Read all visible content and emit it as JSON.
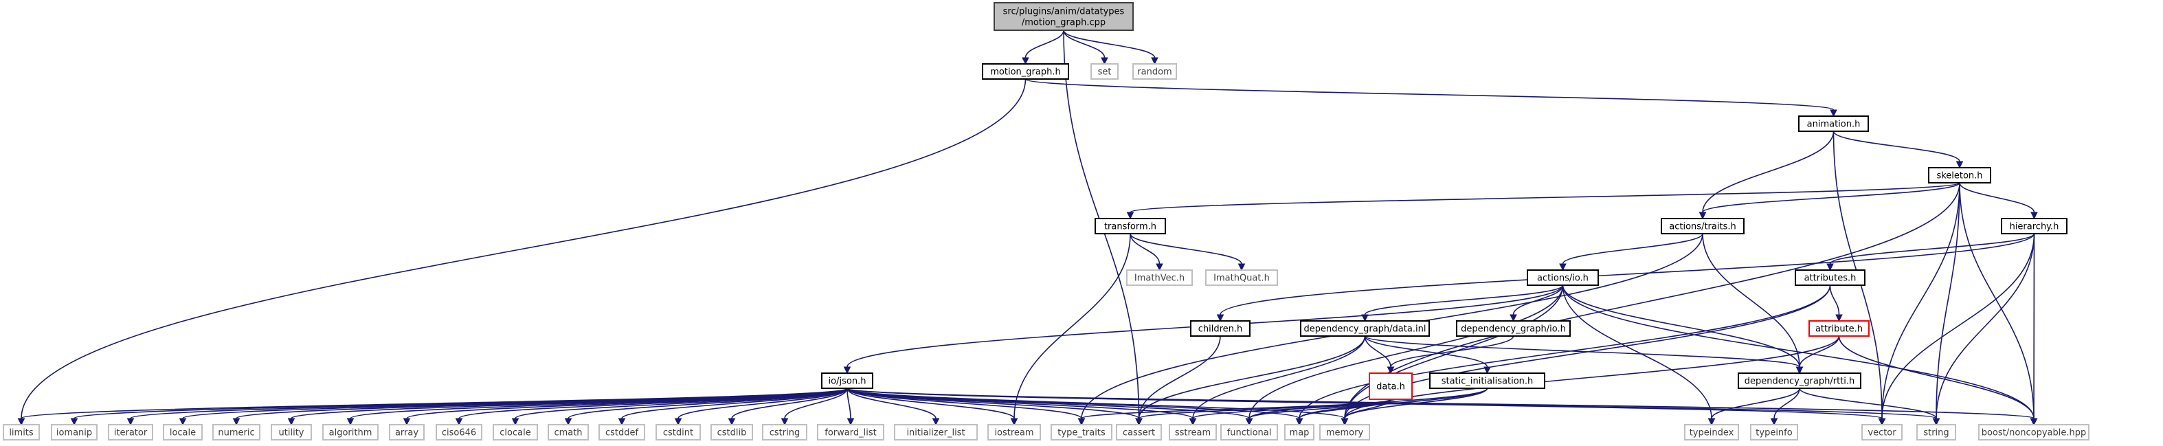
{
  "colors": {
    "edge": "#191970",
    "root_fill": "#bfbfbf",
    "root_stroke": "#404040",
    "local_stroke": "#000000",
    "system_stroke": "#bfbfbf",
    "system_text": "#404040",
    "truncated_stroke": "#ff0000"
  },
  "root": {
    "id": "root",
    "label": "src/plugins/anim/datatypes\n/motion_graph.cpp"
  },
  "nodes": [
    {
      "id": "motion_graph_h",
      "label": "motion_graph.h",
      "kind": "local"
    },
    {
      "id": "set",
      "label": "set",
      "kind": "system"
    },
    {
      "id": "random",
      "label": "random",
      "kind": "system"
    },
    {
      "id": "animation_h",
      "label": "animation.h",
      "kind": "local"
    },
    {
      "id": "skeleton_h",
      "label": "skeleton.h",
      "kind": "local"
    },
    {
      "id": "transform_h",
      "label": "transform.h",
      "kind": "local"
    },
    {
      "id": "actions_traits_h",
      "label": "actions/traits.h",
      "kind": "local"
    },
    {
      "id": "hierarchy_h",
      "label": "hierarchy.h",
      "kind": "local"
    },
    {
      "id": "imathvec_h",
      "label": "ImathVec.h",
      "kind": "system"
    },
    {
      "id": "imathquat_h",
      "label": "ImathQuat.h",
      "kind": "system"
    },
    {
      "id": "actions_io_h",
      "label": "actions/io.h",
      "kind": "local"
    },
    {
      "id": "attributes_h",
      "label": "attributes.h",
      "kind": "local"
    },
    {
      "id": "children_h",
      "label": "children.h",
      "kind": "local"
    },
    {
      "id": "dg_data_inl",
      "label": "dependency_graph/data.inl",
      "kind": "local"
    },
    {
      "id": "dg_io_h",
      "label": "dependency_graph/io.h",
      "kind": "local"
    },
    {
      "id": "attribute_h",
      "label": "attribute.h",
      "kind": "truncated"
    },
    {
      "id": "data_h",
      "label": "data.h",
      "kind": "truncated"
    },
    {
      "id": "static_init_h",
      "label": "static_initialisation.h",
      "kind": "local"
    },
    {
      "id": "dg_rtti_h",
      "label": "dependency_graph/rtti.h",
      "kind": "local"
    },
    {
      "id": "io_json_h",
      "label": "io/json.h",
      "kind": "local"
    },
    {
      "id": "limits",
      "label": "limits",
      "kind": "system"
    },
    {
      "id": "iomanip",
      "label": "iomanip",
      "kind": "system"
    },
    {
      "id": "iterator",
      "label": "iterator",
      "kind": "system"
    },
    {
      "id": "locale",
      "label": "locale",
      "kind": "system"
    },
    {
      "id": "numeric",
      "label": "numeric",
      "kind": "system"
    },
    {
      "id": "utility",
      "label": "utility",
      "kind": "system"
    },
    {
      "id": "algorithm",
      "label": "algorithm",
      "kind": "system"
    },
    {
      "id": "array",
      "label": "array",
      "kind": "system"
    },
    {
      "id": "ciso646",
      "label": "ciso646",
      "kind": "system"
    },
    {
      "id": "clocale",
      "label": "clocale",
      "kind": "system"
    },
    {
      "id": "cmath",
      "label": "cmath",
      "kind": "system"
    },
    {
      "id": "cstddef",
      "label": "cstddef",
      "kind": "system"
    },
    {
      "id": "cstdint",
      "label": "cstdint",
      "kind": "system"
    },
    {
      "id": "cstdlib",
      "label": "cstdlib",
      "kind": "system"
    },
    {
      "id": "cstring",
      "label": "cstring",
      "kind": "system"
    },
    {
      "id": "forward_list",
      "label": "forward_list",
      "kind": "system"
    },
    {
      "id": "initializer_list",
      "label": "initializer_list",
      "kind": "system"
    },
    {
      "id": "iostream",
      "label": "iostream",
      "kind": "system"
    },
    {
      "id": "type_traits",
      "label": "type_traits",
      "kind": "system"
    },
    {
      "id": "cassert",
      "label": "cassert",
      "kind": "system"
    },
    {
      "id": "sstream",
      "label": "sstream",
      "kind": "system"
    },
    {
      "id": "functional",
      "label": "functional",
      "kind": "system"
    },
    {
      "id": "map",
      "label": "map",
      "kind": "system"
    },
    {
      "id": "memory",
      "label": "memory",
      "kind": "system"
    },
    {
      "id": "typeindex",
      "label": "typeindex",
      "kind": "system"
    },
    {
      "id": "typeinfo",
      "label": "typeinfo",
      "kind": "system"
    },
    {
      "id": "vector",
      "label": "vector",
      "kind": "system"
    },
    {
      "id": "string",
      "label": "string",
      "kind": "system"
    },
    {
      "id": "boost_noncopyable",
      "label": "boost/noncopyable.hpp",
      "kind": "system"
    }
  ],
  "edges": [
    [
      "root",
      "motion_graph_h"
    ],
    [
      "root",
      "set"
    ],
    [
      "root",
      "random"
    ],
    [
      "root",
      "cassert"
    ],
    [
      "motion_graph_h",
      "animation_h"
    ],
    [
      "motion_graph_h",
      "limits"
    ],
    [
      "animation_h",
      "skeleton_h"
    ],
    [
      "animation_h",
      "actions_traits_h"
    ],
    [
      "animation_h",
      "vector"
    ],
    [
      "skeleton_h",
      "transform_h"
    ],
    [
      "skeleton_h",
      "actions_traits_h"
    ],
    [
      "skeleton_h",
      "hierarchy_h"
    ],
    [
      "skeleton_h",
      "memory"
    ],
    [
      "skeleton_h",
      "vector"
    ],
    [
      "skeleton_h",
      "string"
    ],
    [
      "skeleton_h",
      "boost_noncopyable"
    ],
    [
      "transform_h",
      "imathvec_h"
    ],
    [
      "transform_h",
      "imathquat_h"
    ],
    [
      "transform_h",
      "iostream"
    ],
    [
      "actions_traits_h",
      "actions_io_h"
    ],
    [
      "actions_traits_h",
      "type_traits"
    ],
    [
      "actions_traits_h",
      "dg_rtti_h"
    ],
    [
      "hierarchy_h",
      "children_h"
    ],
    [
      "hierarchy_h",
      "attributes_h"
    ],
    [
      "hierarchy_h",
      "vector"
    ],
    [
      "hierarchy_h",
      "string"
    ],
    [
      "hierarchy_h",
      "boost_noncopyable"
    ],
    [
      "attributes_h",
      "attribute_h"
    ],
    [
      "attributes_h",
      "memory"
    ],
    [
      "attributes_h",
      "map"
    ],
    [
      "attribute_h",
      "dg_rtti_h"
    ],
    [
      "attribute_h",
      "memory"
    ],
    [
      "attribute_h",
      "boost_noncopyable"
    ],
    [
      "actions_io_h",
      "io_json_h"
    ],
    [
      "actions_io_h",
      "dg_data_inl"
    ],
    [
      "actions_io_h",
      "dg_io_h"
    ],
    [
      "actions_io_h",
      "dg_rtti_h"
    ],
    [
      "actions_io_h",
      "functional"
    ],
    [
      "actions_io_h",
      "memory"
    ],
    [
      "actions_io_h",
      "typeindex"
    ],
    [
      "actions_io_h",
      "boost_noncopyable"
    ],
    [
      "children_h",
      "cassert"
    ],
    [
      "dg_data_inl",
      "data_h"
    ],
    [
      "dg_data_inl",
      "static_init_h"
    ],
    [
      "dg_data_inl",
      "dg_rtti_h"
    ],
    [
      "dg_data_inl",
      "cassert"
    ],
    [
      "dg_data_inl",
      "sstream"
    ],
    [
      "dg_io_h",
      "data_h"
    ],
    [
      "data_h",
      "type_traits"
    ],
    [
      "data_h",
      "cassert"
    ],
    [
      "data_h",
      "sstream"
    ],
    [
      "data_h",
      "functional"
    ],
    [
      "data_h",
      "map"
    ],
    [
      "data_h",
      "memory"
    ],
    [
      "static_init_h",
      "functional"
    ],
    [
      "static_init_h",
      "map"
    ],
    [
      "static_init_h",
      "memory"
    ],
    [
      "dg_rtti_h",
      "typeindex"
    ],
    [
      "dg_rtti_h",
      "typeinfo"
    ],
    [
      "dg_rtti_h",
      "string"
    ],
    [
      "io_json_h",
      "limits"
    ],
    [
      "io_json_h",
      "iomanip"
    ],
    [
      "io_json_h",
      "iterator"
    ],
    [
      "io_json_h",
      "locale"
    ],
    [
      "io_json_h",
      "numeric"
    ],
    [
      "io_json_h",
      "utility"
    ],
    [
      "io_json_h",
      "algorithm"
    ],
    [
      "io_json_h",
      "array"
    ],
    [
      "io_json_h",
      "ciso646"
    ],
    [
      "io_json_h",
      "clocale"
    ],
    [
      "io_json_h",
      "cmath"
    ],
    [
      "io_json_h",
      "cstddef"
    ],
    [
      "io_json_h",
      "cstdint"
    ],
    [
      "io_json_h",
      "cstdlib"
    ],
    [
      "io_json_h",
      "cstring"
    ],
    [
      "io_json_h",
      "forward_list"
    ],
    [
      "io_json_h",
      "initializer_list"
    ],
    [
      "io_json_h",
      "iostream"
    ],
    [
      "io_json_h",
      "type_traits"
    ],
    [
      "io_json_h",
      "cassert"
    ],
    [
      "io_json_h",
      "sstream"
    ],
    [
      "io_json_h",
      "functional"
    ],
    [
      "io_json_h",
      "map"
    ],
    [
      "io_json_h",
      "memory"
    ],
    [
      "io_json_h",
      "vector"
    ],
    [
      "io_json_h",
      "string"
    ],
    [
      "io_json_h",
      "boost_noncopyable"
    ]
  ]
}
